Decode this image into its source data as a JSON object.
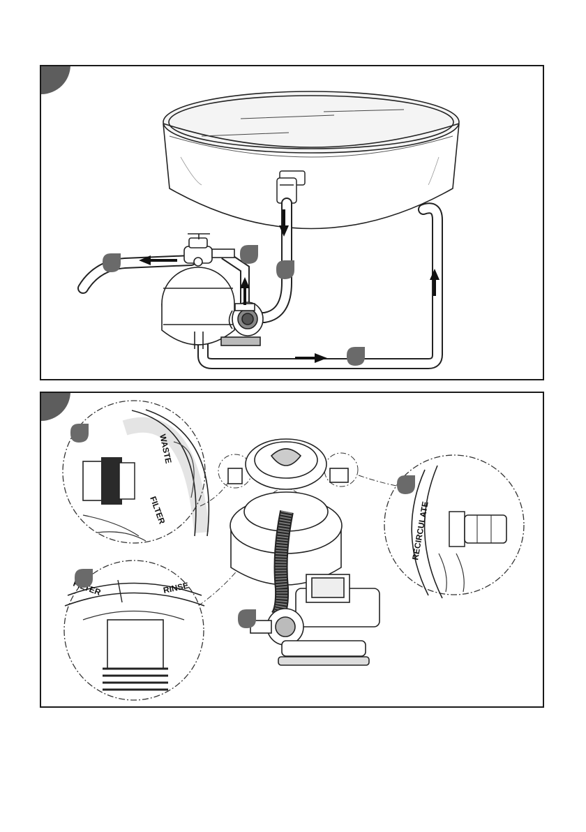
{
  "diagram": {
    "panel1": {
      "callouts": [
        "",
        "",
        "",
        ""
      ]
    },
    "panel2": {
      "valve_labels": {
        "waste": "WASTE",
        "filter": "FILTER",
        "rinse": "RINSE",
        "recirculate": "RECIRCULATE"
      },
      "callouts": [
        "",
        "",
        "",
        ""
      ]
    }
  }
}
